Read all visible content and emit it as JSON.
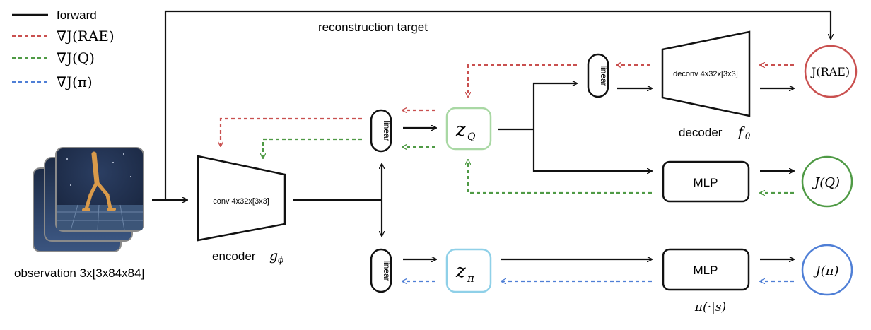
{
  "legend": {
    "forward": "forward",
    "grad_rae": "∇J(RAE)",
    "grad_q": "∇J(Q)",
    "grad_pi": "∇J(π)"
  },
  "colors": {
    "forward": "#111111",
    "rae": "#c9504f",
    "q": "#4f9a45",
    "pi": "#4f7fd6",
    "zq_border": "#a9d8a4",
    "zpi_border": "#8fd0e8"
  },
  "labels": {
    "reconstruction_target": "reconstruction target",
    "observation": "observation 3x[3x84x84]",
    "encoder": "encoder",
    "encoder_sym": "g",
    "encoder_sub": "ϕ",
    "encoder_box": "conv 4x32x[3x3]",
    "decoder": "decoder",
    "decoder_sym": "f",
    "decoder_sub": "θ",
    "decoder_box": "deconv 4x32x[3x3]",
    "linear": "linear",
    "z_q": "z",
    "z_q_sub": "Q",
    "z_pi": "z",
    "z_pi_sub": "π",
    "mlp_q": "MLP",
    "mlp_pi": "MLP",
    "policy": "π(·|s)",
    "j_rae": "J(RAE)",
    "j_q": "J(Q)",
    "j_pi": "J(π)"
  },
  "icons": {
    "observation": "walker-robot-frames-icon"
  }
}
